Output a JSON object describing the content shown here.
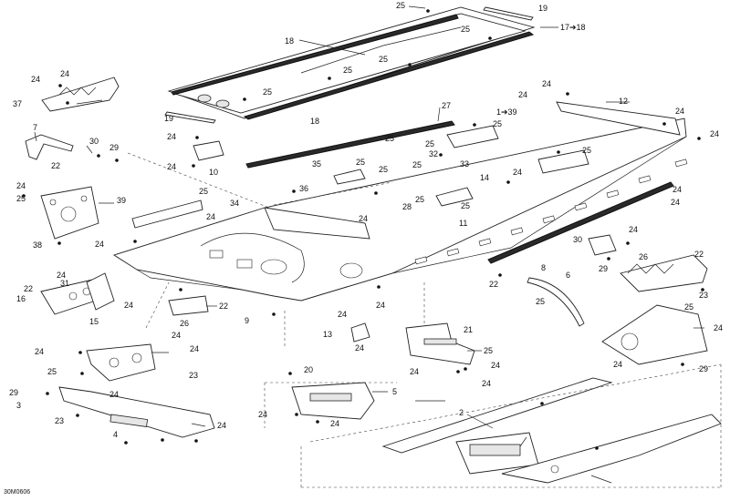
{
  "diagram": {
    "reference_code": "30M0606",
    "callouts": [
      {
        "id": "c1",
        "label": "25"
      },
      {
        "id": "c2",
        "label": "19"
      },
      {
        "id": "c3",
        "label": "25"
      },
      {
        "id": "c4",
        "label": "17➔18"
      },
      {
        "id": "c5",
        "label": "18"
      },
      {
        "id": "c6",
        "label": "24"
      },
      {
        "id": "c7",
        "label": "24"
      },
      {
        "id": "c8",
        "label": "25"
      },
      {
        "id": "c9",
        "label": "25"
      },
      {
        "id": "c10",
        "label": "37"
      },
      {
        "id": "c11",
        "label": "25"
      },
      {
        "id": "c12",
        "label": "19"
      },
      {
        "id": "c13",
        "label": "18"
      },
      {
        "id": "c14",
        "label": "24"
      },
      {
        "id": "c15",
        "label": "24"
      },
      {
        "id": "c16",
        "label": "12"
      },
      {
        "id": "c17",
        "label": "27"
      },
      {
        "id": "c18",
        "label": "1➔39"
      },
      {
        "id": "c19",
        "label": "24"
      },
      {
        "id": "c20",
        "label": "25"
      },
      {
        "id": "c21",
        "label": "7"
      },
      {
        "id": "c22",
        "label": "30"
      },
      {
        "id": "c23",
        "label": "29"
      },
      {
        "id": "c24",
        "label": "24"
      },
      {
        "id": "c25",
        "label": "24"
      },
      {
        "id": "c26",
        "label": "22"
      },
      {
        "id": "c27",
        "label": "24"
      },
      {
        "id": "c28",
        "label": "10"
      },
      {
        "id": "c29",
        "label": "25"
      },
      {
        "id": "c30",
        "label": "32"
      },
      {
        "id": "c31",
        "label": "25"
      },
      {
        "id": "c32",
        "label": "25"
      },
      {
        "id": "c33",
        "label": "35"
      },
      {
        "id": "c34",
        "label": "25"
      },
      {
        "id": "c35",
        "label": "25"
      },
      {
        "id": "c36",
        "label": "25"
      },
      {
        "id": "c37",
        "label": "33"
      },
      {
        "id": "c38",
        "label": "24"
      },
      {
        "id": "c39",
        "label": "14"
      },
      {
        "id": "c40",
        "label": "24"
      },
      {
        "id": "c41",
        "label": "39"
      },
      {
        "id": "c42",
        "label": "25"
      },
      {
        "id": "c43",
        "label": "34"
      },
      {
        "id": "c44",
        "label": "36"
      },
      {
        "id": "c45",
        "label": "25"
      },
      {
        "id": "c46",
        "label": "28"
      },
      {
        "id": "c47",
        "label": "25"
      },
      {
        "id": "c48",
        "label": "24"
      },
      {
        "id": "c49",
        "label": "24"
      },
      {
        "id": "c50",
        "label": "25"
      },
      {
        "id": "c51",
        "label": "24"
      },
      {
        "id": "c52",
        "label": "24"
      },
      {
        "id": "c53",
        "label": "11"
      },
      {
        "id": "c54",
        "label": "24"
      },
      {
        "id": "c55",
        "label": "38"
      },
      {
        "id": "c56",
        "label": "24"
      },
      {
        "id": "c57",
        "label": "30"
      },
      {
        "id": "c58",
        "label": "22"
      },
      {
        "id": "c59",
        "label": "26"
      },
      {
        "id": "c60",
        "label": "29"
      },
      {
        "id": "c61",
        "label": "8"
      },
      {
        "id": "c62",
        "label": "24"
      },
      {
        "id": "c63",
        "label": "6"
      },
      {
        "id": "c64",
        "label": "22"
      },
      {
        "id": "c65",
        "label": "31"
      },
      {
        "id": "c66",
        "label": "22"
      },
      {
        "id": "c67",
        "label": "23"
      },
      {
        "id": "c68",
        "label": "16"
      },
      {
        "id": "c69",
        "label": "25"
      },
      {
        "id": "c70",
        "label": "24"
      },
      {
        "id": "c71",
        "label": "22"
      },
      {
        "id": "c72",
        "label": "24"
      },
      {
        "id": "c73",
        "label": "24"
      },
      {
        "id": "c74",
        "label": "15"
      },
      {
        "id": "c75",
        "label": "26"
      },
      {
        "id": "c76",
        "label": "9"
      },
      {
        "id": "c77",
        "label": "25"
      },
      {
        "id": "c78",
        "label": "24"
      },
      {
        "id": "c79",
        "label": "24"
      },
      {
        "id": "c80",
        "label": "13"
      },
      {
        "id": "c81",
        "label": "21"
      },
      {
        "id": "c82",
        "label": "24"
      },
      {
        "id": "c83",
        "label": "24"
      },
      {
        "id": "c84",
        "label": "24"
      },
      {
        "id": "c85",
        "label": "25"
      },
      {
        "id": "c86",
        "label": "24"
      },
      {
        "id": "c87",
        "label": "24"
      },
      {
        "id": "c88",
        "label": "29"
      },
      {
        "id": "c89",
        "label": "25"
      },
      {
        "id": "c90",
        "label": "23"
      },
      {
        "id": "c91",
        "label": "24"
      },
      {
        "id": "c92",
        "label": "20"
      },
      {
        "id": "c93",
        "label": "24"
      },
      {
        "id": "c94",
        "label": "29"
      },
      {
        "id": "c95",
        "label": "24"
      },
      {
        "id": "c96",
        "label": "5"
      },
      {
        "id": "c97",
        "label": "3"
      },
      {
        "id": "c98",
        "label": "24"
      },
      {
        "id": "c99",
        "label": "23"
      },
      {
        "id": "c100",
        "label": "2"
      },
      {
        "id": "c101",
        "label": "24"
      },
      {
        "id": "c102",
        "label": "24"
      },
      {
        "id": "c103",
        "label": "4"
      }
    ]
  }
}
